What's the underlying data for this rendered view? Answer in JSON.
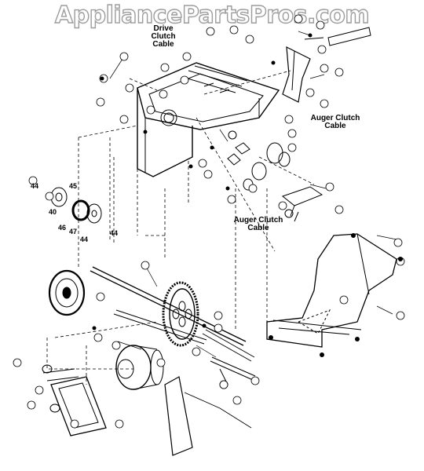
{
  "watermark": "AppliancePartsPros.com",
  "labels": {
    "drive_clutch_cable": "Drive\nClutch\nCable",
    "auger_clutch_cable_upper": "Auger Clutch\nCable",
    "auger_clutch_cable_lower": "Auger Clutch\nCable"
  },
  "callouts": [
    "44",
    "40",
    "45",
    "47",
    "44",
    "46",
    "44"
  ],
  "colors": {
    "line": "#000000",
    "dash": "#000000",
    "bubble_fill": "#ffffff"
  }
}
